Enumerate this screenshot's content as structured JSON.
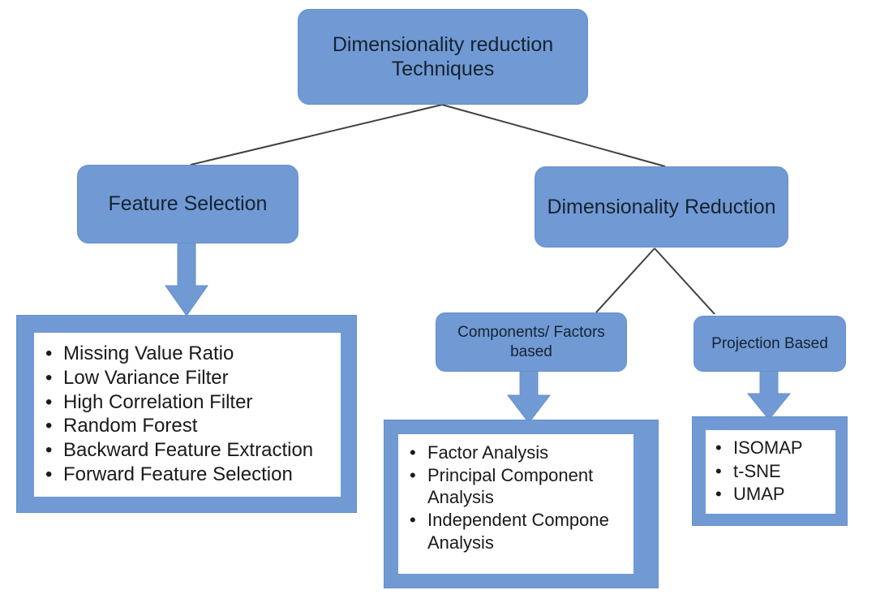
{
  "diagram": {
    "title": "Dimensionality reduction Techniques",
    "colors": {
      "node_fill": "#719ad5",
      "node_border": "#6590c9",
      "panel_background": "#ffffff",
      "text": "#1a1a1a",
      "connector_line": "#404040",
      "page_background": "#ffffff"
    },
    "root": {
      "label": "Dimensionality reduction\nTechniques"
    },
    "branches": {
      "feature_selection": {
        "label": "Feature Selection",
        "items": [
          "Missing Value Ratio",
          "Low Variance Filter",
          "High Correlation Filter",
          "Random Forest",
          "Backward Feature Extraction",
          "Forward Feature Selection"
        ]
      },
      "dimensionality_reduction": {
        "label": "Dimensionality Reduction",
        "children": {
          "components_factors": {
            "label": "Components/ Factors\nbased",
            "items": [
              "Factor Analysis",
              "Principal Component Analysis",
              "Independent Compone Analysis"
            ]
          },
          "projection_based": {
            "label": "Projection Based",
            "items": [
              "ISOMAP",
              "t-SNE",
              "UMAP"
            ]
          }
        }
      }
    }
  }
}
